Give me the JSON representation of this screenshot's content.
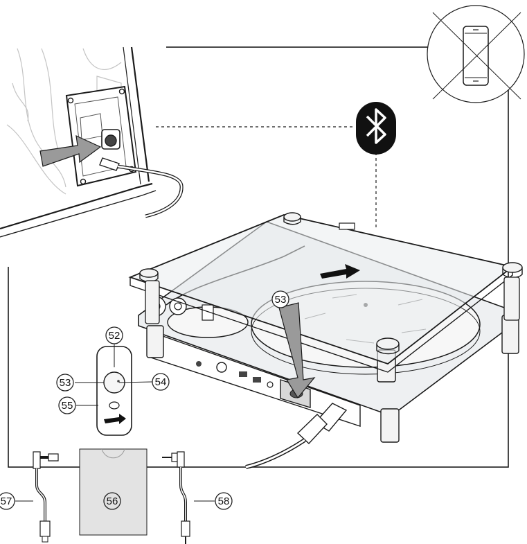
{
  "callouts": {
    "c52": "52",
    "c53_remote": "53",
    "c54": "54",
    "c55": "55",
    "c56": "56",
    "c57": "57",
    "c58": "58",
    "c53_turntable": "53"
  },
  "icons": {
    "bluetooth": "bluetooth-icon",
    "no_phone": "crossed-out-smartphone-icon"
  },
  "colors": {
    "line": "#1a1a1a",
    "glass": "#e9ecef",
    "arrow": "#9a9a9a",
    "bluetooth_bg": "#111111",
    "card": "#e3e3e3"
  }
}
